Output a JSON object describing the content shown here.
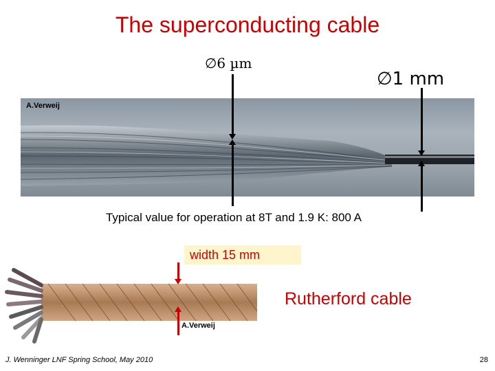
{
  "slide": {
    "title": "The superconducting cable",
    "filament_diameter": "∅6 µm",
    "strand_diameter": "∅1 mm",
    "photo_credit_top": "A.Verweij",
    "typical_value": "Typical value for operation at 8T and 1.9 K: 800 A",
    "cable_width": "width 15 mm",
    "cable_name": "Rutherford cable",
    "photo_credit_bottom": "A.Verweij"
  },
  "footer": {
    "author": "J. Wenninger LNF Spring School, May 2010",
    "page_number": "28"
  },
  "colors": {
    "title": "#cc0000",
    "accent_text": "#cc0000",
    "width_box_bg": "#fff5cc"
  }
}
